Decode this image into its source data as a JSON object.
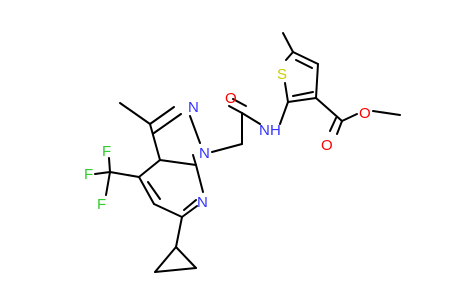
{
  "molecule": {
    "atoms": {
      "N_pyrazole_1": "N",
      "N_pyrazole_2": "N",
      "N_pyridine": "N",
      "F_1": "F",
      "F_2": "F",
      "F_3": "F",
      "O_amide": "O",
      "N_amide": "N",
      "H_amide": "H",
      "S_thiophene": "S",
      "O_ester_carbonyl": "O",
      "O_ester_ether": "O"
    }
  },
  "colors": {
    "bond": "#000000",
    "N": "#3333ff",
    "O": "#ff0000",
    "F": "#33cc33",
    "S": "#cccc00"
  }
}
